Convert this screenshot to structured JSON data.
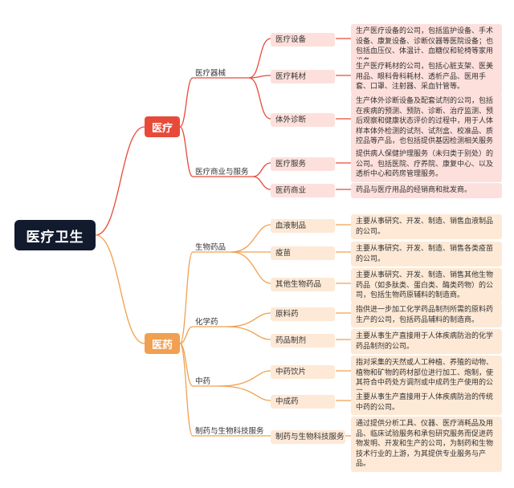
{
  "root": "医疗卫生",
  "medical": {
    "label": "医疗",
    "devices": {
      "label": "医疗器械",
      "equipment": {
        "label": "医疗设备",
        "desc": "生产医疗设备的公司，包括监护设备、手术设备、康复设备、诊断仪器等医院设备；也包括血压仪、体温计、血糖仪和轮椅等家用设备。"
      },
      "consumables": {
        "label": "医疗耗材",
        "desc": "生产医疗耗材的公司，包括心脏支架、医美用品、眼科骨科耗材、透析产品、医用手套、口罩、注射器、采血针管等。"
      },
      "ivd": {
        "label": "体外诊断",
        "desc": "生产体外诊断设备及配套试剂的公司，包括在疾病的预测、预防、诊断、治疗监测、预后观察和健康状态评价的过程中，用于人体样本体外检测的试剂、试剂盒、校准品、质控品等产品，也包括提供基因检测相关服务的公司。"
      }
    },
    "commerce": {
      "label": "医疗商业与服务",
      "services": {
        "label": "医疗服务",
        "desc": "提供病人保健护理服务（未归类于别处）的公司。包括医院、疗养院、康复中心、以及透析中心和药房管理服务。"
      },
      "trade": {
        "label": "医药商业",
        "desc": "药品与医疗用品的经销商和批发商。"
      }
    }
  },
  "pharma": {
    "label": "医药",
    "bio": {
      "label": "生物药品",
      "blood": {
        "label": "血液制品",
        "desc": "主要从事研究、开发、制造、销售血液制品的公司。"
      },
      "vaccine": {
        "label": "疫苗",
        "desc": "主要从事研究、开发、制造、销售各类疫苗的公司。"
      },
      "other": {
        "label": "其他生物药品",
        "desc": "主要从事研究、开发、制造、销售其他生物药品（如多肽类、蛋白类、酶类药物）的公司，包括生物药原辅料的制造商。"
      }
    },
    "chem": {
      "label": "化学药",
      "api": {
        "label": "原料药",
        "desc": "指供进一步加工化学药品制剂所需的原料药生产的公司，包括药品辅料的制造商。"
      },
      "prep": {
        "label": "药品制剂",
        "desc": "主要从事生产直接用于人体疾病防治的化学药品制剂的公司。"
      }
    },
    "tcm": {
      "label": "中药",
      "slices": {
        "label": "中药饮片",
        "desc": "指对采集的天然或人工种植、养殖的动物、植物和矿物的药材部位进行加工、炮制，使其符合中药处方调剂或中成药生产使用的公司。"
      },
      "patent": {
        "label": "中成药",
        "desc": "主要从事生产直接用于人体疾病防治的传统中药的公司。"
      }
    },
    "cro": {
      "label": "制药与生物科技服务",
      "sub": {
        "label": "制药与生物科技服务",
        "desc": "通过提供分析工具、仪器、医疗消耗品及用品、临床试验服务和承包研究服务而促进药物发明、开发和生产的公司，为制药和生物技术行业的上游，为其提供专业服务与产品。"
      }
    }
  },
  "colors": {
    "red": "#e84a3a",
    "orange": "#f0a050",
    "root": "#121a2e"
  }
}
